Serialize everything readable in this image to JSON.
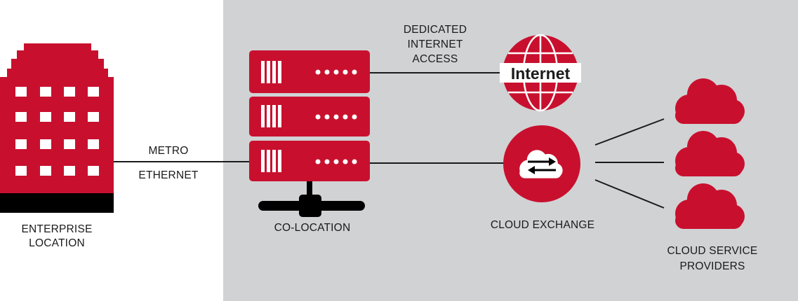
{
  "colors": {
    "accent_red": "#c8102e",
    "panel_gray": "#d1d2d4",
    "ink": "#1a1a1a",
    "white": "#ffffff"
  },
  "labels": {
    "enterprise": "ENTERPRISE\nLOCATION",
    "metro_top": "METRO",
    "metro_bottom": "ETHERNET",
    "colocation": "CO-LOCATION",
    "dia": "DEDICATED\nINTERNET\nACCESS",
    "internet": "Internet",
    "cloud_exchange": "CLOUD EXCHANGE",
    "csp": "CLOUD SERVICE\nPROVIDERS"
  },
  "icons": {
    "building": "office-building-icon",
    "server_stack": "server-rack-icon",
    "network_tap": "network-connector-icon",
    "globe": "internet-globe-icon",
    "exchange": "cloud-exchange-icon",
    "clouds": "cloud-icon"
  }
}
